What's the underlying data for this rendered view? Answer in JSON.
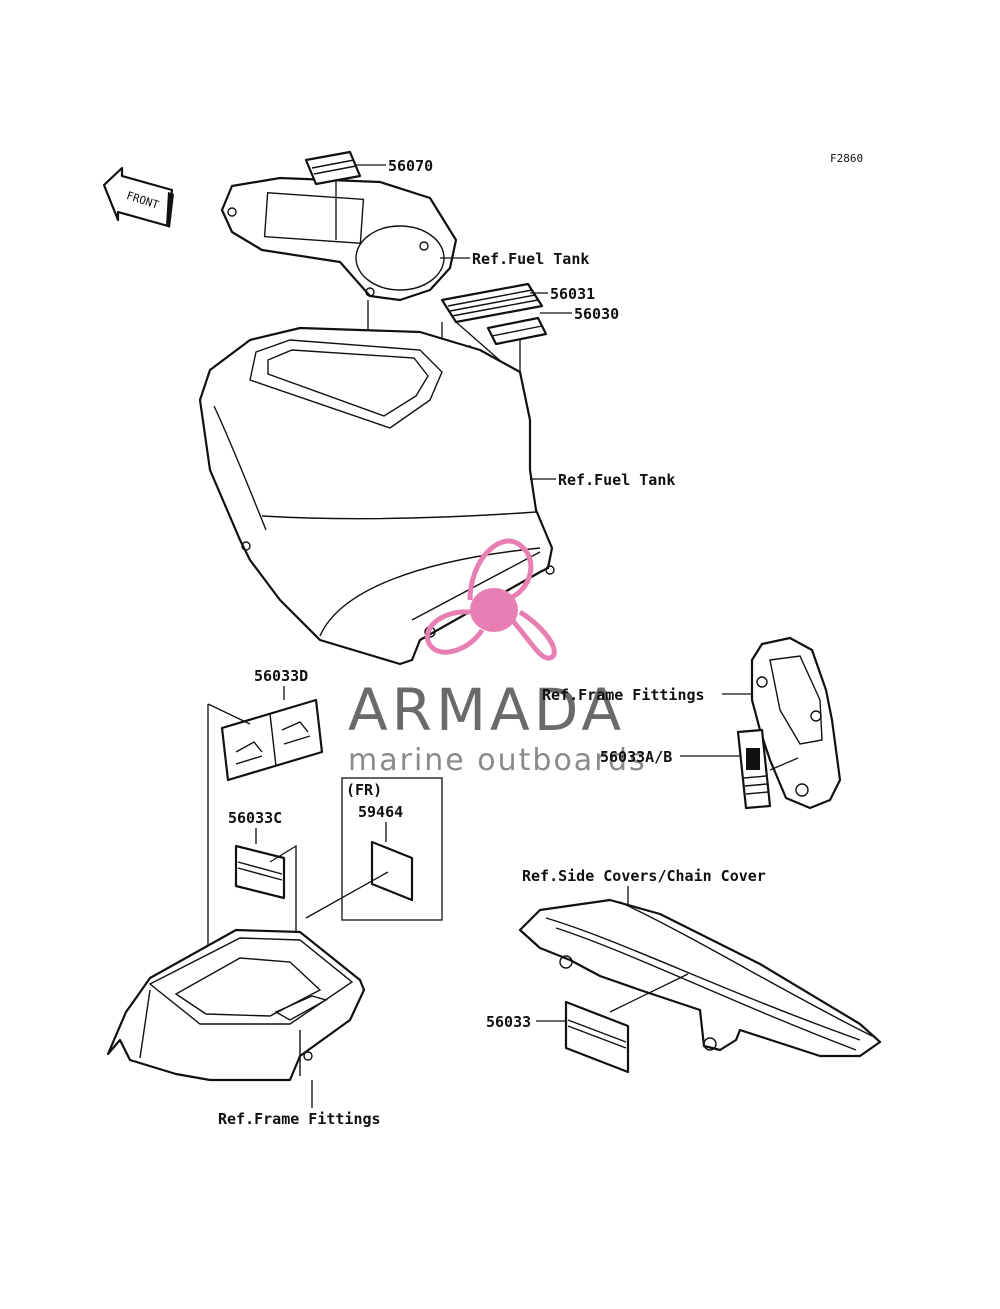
{
  "figure_code": "F2860",
  "front_arrow_label": "FRONT",
  "labels": {
    "part_56070": "56070",
    "ref_fuel_tank_top": "Ref.Fuel Tank",
    "part_56031": "56031",
    "part_56030": "56030",
    "ref_fuel_tank_body": "Ref.Fuel Tank",
    "part_56033D": "56033D",
    "ref_frame_fittings_right": "Ref.Frame Fittings",
    "part_56033AB": "56033A/B",
    "part_56033C": "56033C",
    "fr_note": "(FR)",
    "part_59464": "59464",
    "ref_side_covers": "Ref.Side Covers/Chain Cover",
    "part_56033": "56033",
    "ref_frame_fittings_bottom": "Ref.Frame Fittings"
  },
  "watermark": {
    "brand": "ARMADA",
    "tagline": "marine outboards",
    "logo_color": "#e87fb4",
    "text_color": "#6a6a6a"
  }
}
